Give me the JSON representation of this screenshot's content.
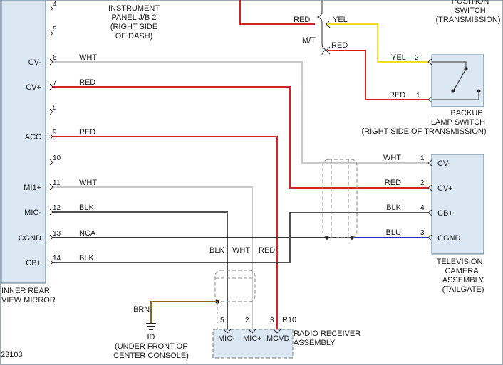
{
  "diagram_id": "23103",
  "colors": {
    "red": "#d42222",
    "yellow": "#f2e01e",
    "white_wire": "#c8c8c8",
    "black_wire": "#505050",
    "blue": "#2030c0",
    "brown": "#8b6a1a",
    "component_fill": "#dbe8f3",
    "component_stroke": "#5a7d9a"
  },
  "mirror": {
    "label_line1": "INNER REAR",
    "label_line2": "VIEW MIRROR",
    "pins": [
      {
        "num": "4",
        "label": ""
      },
      {
        "num": "5",
        "label": ""
      },
      {
        "num": "6",
        "label": "CV-"
      },
      {
        "num": "7",
        "label": "CV+"
      },
      {
        "num": "8",
        "label": ""
      },
      {
        "num": "9",
        "label": "ACC"
      },
      {
        "num": "10",
        "label": ""
      },
      {
        "num": "11",
        "label": "MI1+"
      },
      {
        "num": "12",
        "label": "MIC-"
      },
      {
        "num": "13",
        "label": "CGND"
      },
      {
        "num": "14",
        "label": "CB+"
      }
    ],
    "wire_labels": {
      "p6": "WHT",
      "p7": "RED",
      "p9": "RED",
      "p11": "WHT",
      "p12": "BLK",
      "p13": "NCA",
      "p14": "BLK"
    }
  },
  "junction_block": {
    "line1": "INSTRUMENT",
    "line2": "PANEL J/B 2",
    "line3": "(RIGHT SIDE",
    "line4": "OF DASH)"
  },
  "transmission": {
    "red_label": "RED",
    "mt_label": "M/T",
    "yel_label": "YEL",
    "red_label2": "RED",
    "switch_line1": "POSITION",
    "switch_line2": "SWITCH",
    "switch_line3": "(TRANSMISSION)"
  },
  "backup": {
    "pin2": "2",
    "pin1": "1",
    "wire2": "YEL",
    "wire1": "RED",
    "line1": "BACKUP",
    "line2": "LAMP SWITCH",
    "line3": "(RIGHT SIDE OF TRANSMISSION)"
  },
  "camera": {
    "pins": [
      {
        "num": "1",
        "label": "CV-",
        "wire": "WHT"
      },
      {
        "num": "2",
        "label": "CV+",
        "wire": "RED"
      },
      {
        "num": "4",
        "label": "CB+",
        "wire": "BLK"
      },
      {
        "num": "3",
        "label": "CGND",
        "wire": "BLU"
      }
    ],
    "line1": "TELEVISION",
    "line2": "CAMERA",
    "line3": "ASSEMBLY",
    "line4": "(TAILGATE)"
  },
  "radio": {
    "connector": "R10",
    "pins": [
      {
        "num": "5",
        "label": "MIC-"
      },
      {
        "num": "2",
        "label": "MIC+"
      },
      {
        "num": "3",
        "label": "MCVD"
      }
    ],
    "wire_labels": [
      "BLK",
      "WHT",
      "RED"
    ],
    "line1": "RADIO RECEIVER",
    "line2": "ASSEMBLY"
  },
  "ground": {
    "wire": "BRN",
    "id": "ID",
    "line1": "(UNDER FRONT OF",
    "line2": "CENTER CONSOLE)"
  }
}
